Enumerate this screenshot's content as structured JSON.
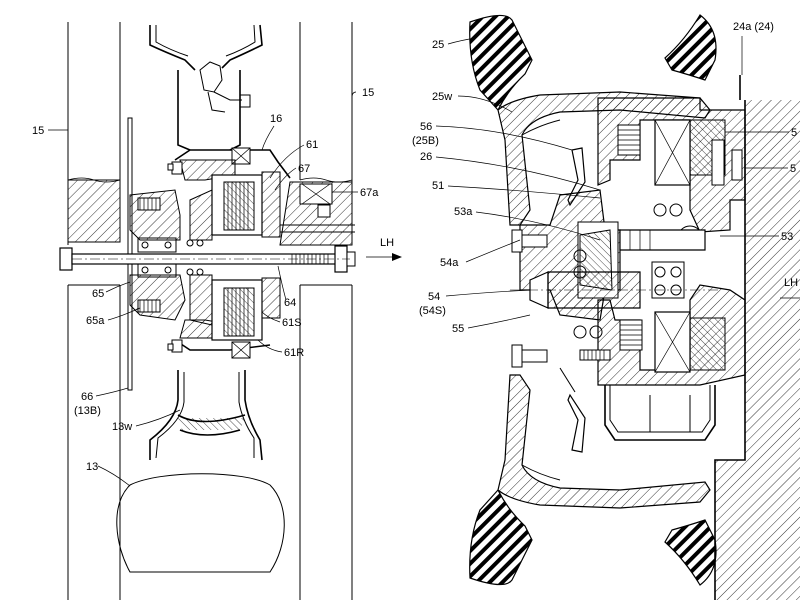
{
  "left_view": {
    "labels": {
      "frame_left": "15",
      "frame_right": "15",
      "housing": "16",
      "motor": "61",
      "part_67": "67",
      "part_67a": "67a",
      "lh": "LH",
      "part_65": "65",
      "part_65a": "65a",
      "axle_64": "64",
      "stator": "61S",
      "rotor": "61R",
      "disc_66": "66",
      "disc_66_ref": "(13B)",
      "wheel": "13w",
      "tire": "13"
    }
  },
  "right_view": {
    "labels": {
      "tire_25": "25",
      "part_24a": "24a (24)",
      "wheel_25w": "25w",
      "disc_56": "56",
      "disc_56_ref": "(25B)",
      "hub_26": "26",
      "part_51": "51",
      "part_53a": "53a",
      "part_54a": "54a",
      "part_54": "54",
      "part_54_ref": "(54S)",
      "part_55": "55",
      "part_53": "53",
      "part_5_upper": "5",
      "part_5_lower": "5",
      "lh": "LH"
    }
  },
  "icons": {
    "lh_arrow": "arrow-right-icon"
  }
}
